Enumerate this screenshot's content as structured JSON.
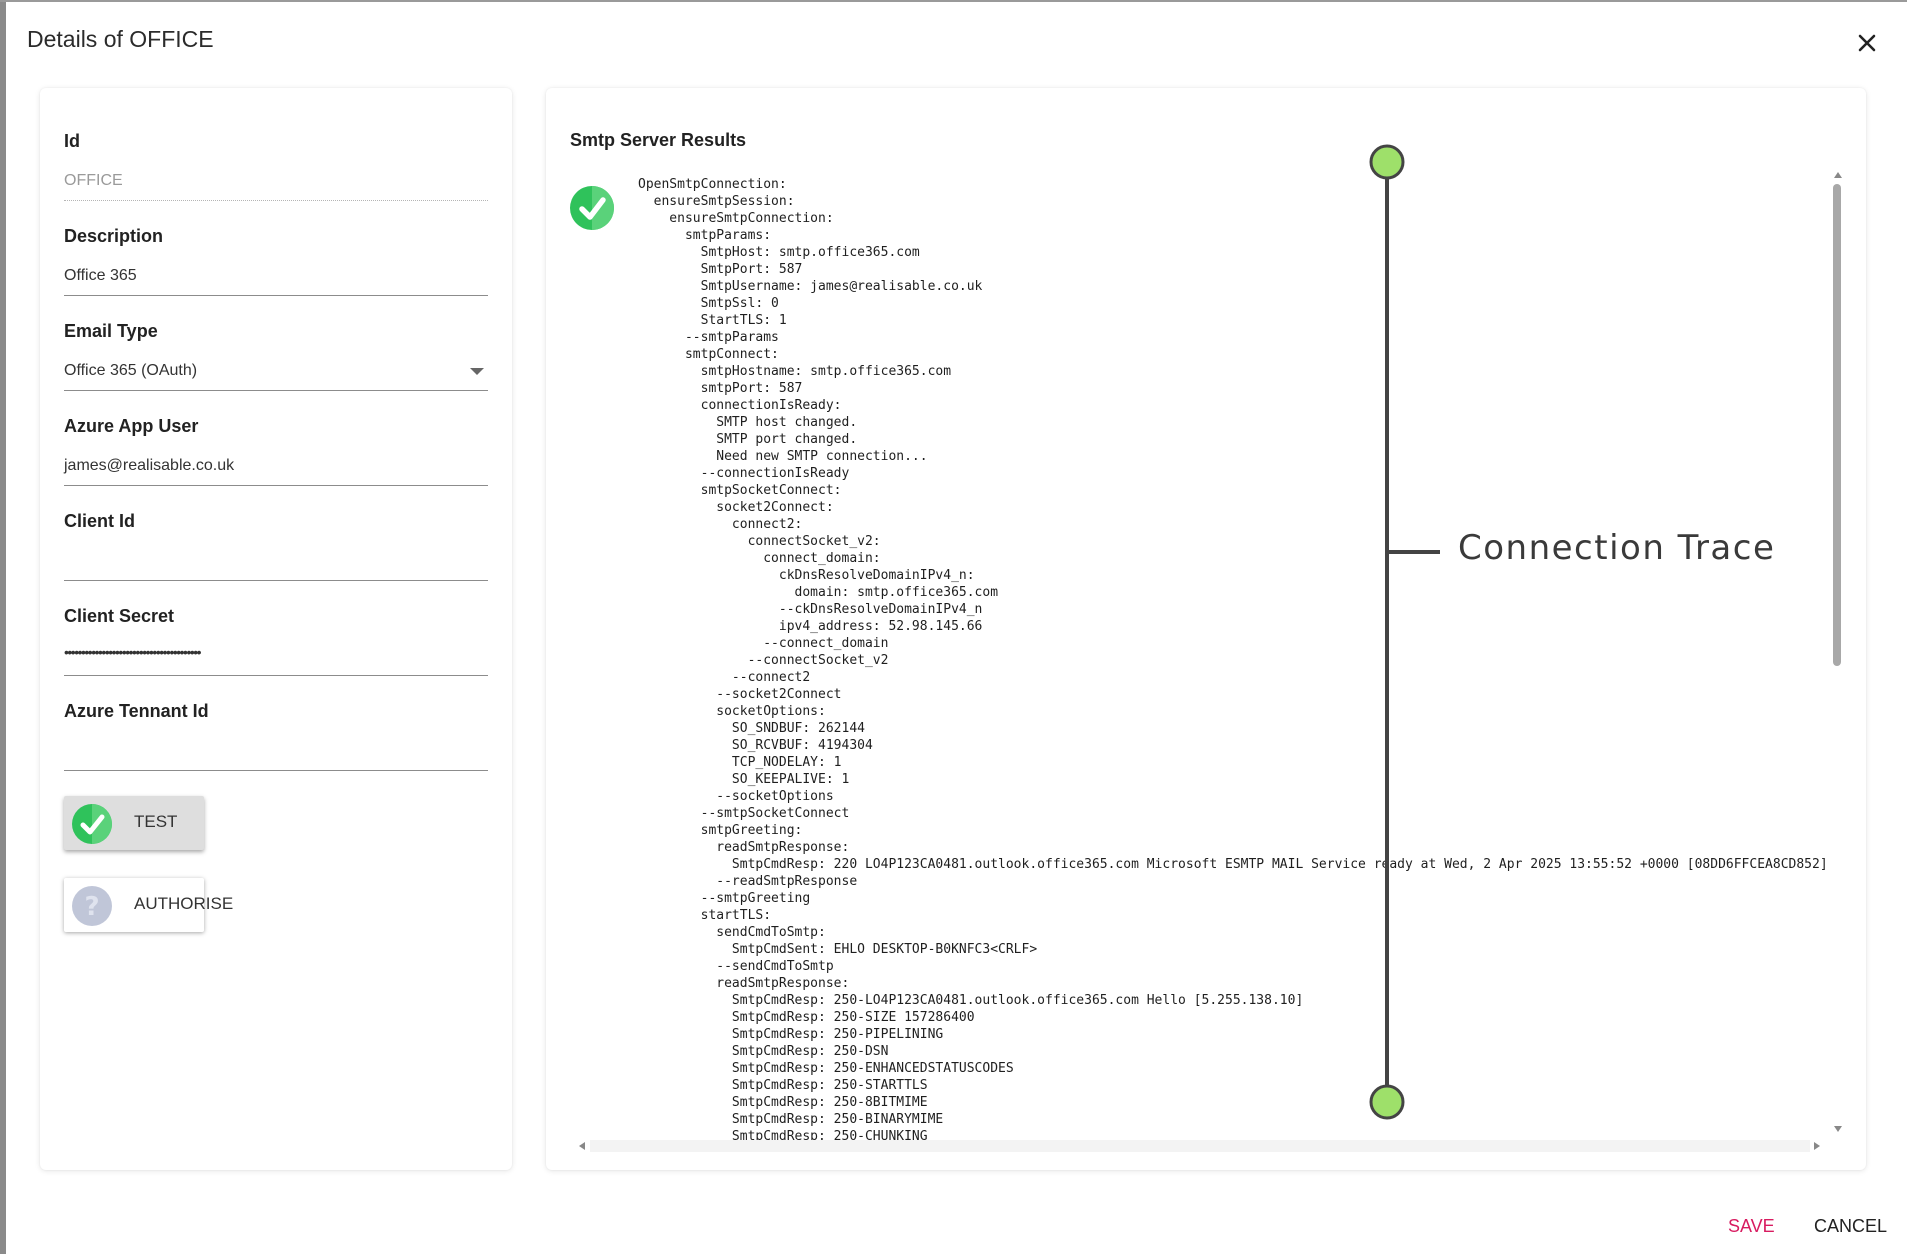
{
  "dialog": {
    "title": "Details of OFFICE"
  },
  "form": {
    "id": {
      "label": "Id",
      "value": "OFFICE"
    },
    "description": {
      "label": "Description",
      "value": "Office 365"
    },
    "email_type": {
      "label": "Email Type",
      "value": "Office 365 (OAuth)"
    },
    "azure_app_user": {
      "label": "Azure App User",
      "value": "james@realisable.co.uk"
    },
    "client_id": {
      "label": "Client Id",
      "value": ""
    },
    "client_secret": {
      "label": "Client Secret",
      "value": "••••••••••••••••••••••••••••••••••••••••"
    },
    "azure_tenant_id": {
      "label": "Azure Tennant Id",
      "value": ""
    }
  },
  "buttons": {
    "test": {
      "label": "TEST",
      "icon": "check-circle-icon"
    },
    "authorise": {
      "label": "AUTHORISE",
      "icon": "question-circle-icon"
    },
    "save": "SAVE",
    "cancel": "CANCEL"
  },
  "results": {
    "title": "Smtp Server Results",
    "status_icon": "check-circle-icon",
    "trace": "OpenSmtpConnection:\n  ensureSmtpSession:\n    ensureSmtpConnection:\n      smtpParams:\n        SmtpHost: smtp.office365.com\n        SmtpPort: 587\n        SmtpUsername: james@realisable.co.uk\n        SmtpSsl: 0\n        StartTLS: 1\n      --smtpParams\n      smtpConnect:\n        smtpHostname: smtp.office365.com\n        smtpPort: 587\n        connectionIsReady:\n          SMTP host changed.\n          SMTP port changed.\n          Need new SMTP connection...\n        --connectionIsReady\n        smtpSocketConnect:\n          socket2Connect:\n            connect2:\n              connectSocket_v2:\n                connect_domain:\n                  ckDnsResolveDomainIPv4_n:\n                    domain: smtp.office365.com\n                  --ckDnsResolveDomainIPv4_n\n                  ipv4_address: 52.98.145.66\n                --connect_domain\n              --connectSocket_v2\n            --connect2\n          --socket2Connect\n          socketOptions:\n            SO_SNDBUF: 262144\n            SO_RCVBUF: 4194304\n            TCP_NODELAY: 1\n            SO_KEEPALIVE: 1\n          --socketOptions\n        --smtpSocketConnect\n        smtpGreeting:\n          readSmtpResponse:\n            SmtpCmdResp: 220 LO4P123CA0481.outlook.office365.com Microsoft ESMTP MAIL Service ready at Wed, 2 Apr 2025 13:55:52 +0000 [08DD6FFCEA8CD852]\n          --readSmtpResponse\n        --smtpGreeting\n        startTLS:\n          sendCmdToSmtp:\n            SmtpCmdSent: EHLO DESKTOP-B0KNFC3<CRLF>\n          --sendCmdToSmtp\n          readSmtpResponse:\n            SmtpCmdResp: 250-LO4P123CA0481.outlook.office365.com Hello [5.255.138.10]\n            SmtpCmdResp: 250-SIZE 157286400\n            SmtpCmdResp: 250-PIPELINING\n            SmtpCmdResp: 250-DSN\n            SmtpCmdResp: 250-ENHANCEDSTATUSCODES\n            SmtpCmdResp: 250-STARTTLS\n            SmtpCmdResp: 250-8BITMIME\n            SmtpCmdResp: 250-BINARYMIME\n            SmtpCmdResp: 250-CHUNKING"
  },
  "annotation": {
    "label": "Connection Trace",
    "line_color": "#444444",
    "node_color": "#9ee06a"
  },
  "colors": {
    "save": "#d81b60",
    "success": "#2fc25b",
    "pending": "#c0c6d8"
  }
}
